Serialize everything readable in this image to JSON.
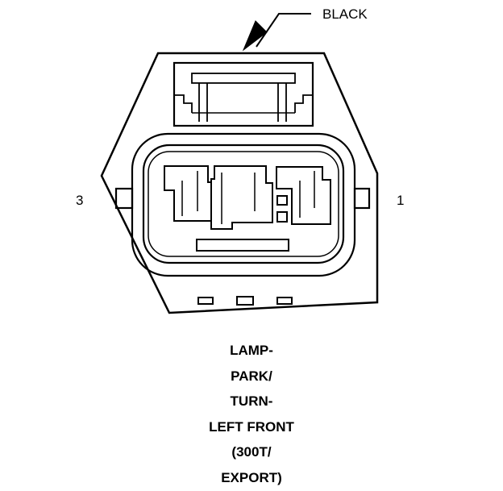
{
  "connector": {
    "color_label": "BLACK",
    "pin_left": "3",
    "pin_right": "1",
    "caption_lines": [
      "LAMP-",
      "PARK/",
      "TURN-",
      "LEFT FRONT",
      "(300T/",
      "EXPORT)"
    ]
  },
  "colors": {
    "line": "#000000",
    "background": "#ffffff"
  },
  "icons": {
    "leader_arrow": "arrowhead-pointer"
  }
}
